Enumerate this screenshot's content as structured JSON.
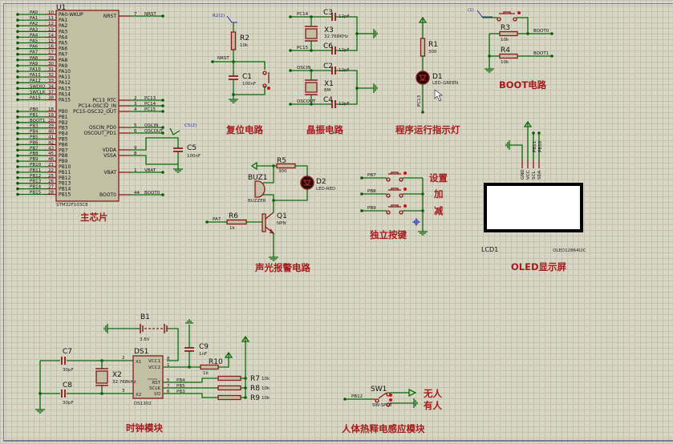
{
  "colors": {
    "wire": "#0a6a0a",
    "component": "#8b1a1a",
    "section_label": "#a51c1c",
    "probe": "#2233bb",
    "chip_fill": "#c2bfa5"
  },
  "u1": {
    "ref": "U1",
    "part": "STM32F103C8",
    "left_pins": [
      [
        "PA0",
        "10",
        "PA0-WKUP"
      ],
      [
        "PA1",
        "11",
        "PA1"
      ],
      [
        "PA2",
        "12",
        "PA2"
      ],
      [
        "PA3",
        "13",
        "PA3"
      ],
      [
        "PA4",
        "14",
        "PA4"
      ],
      [
        "PA5",
        "15",
        "PA5"
      ],
      [
        "PA6",
        "16",
        "PA6"
      ],
      [
        "PA7",
        "17",
        "PA7"
      ],
      [
        "PA8",
        "29",
        "PA8"
      ],
      [
        "PA9",
        "30",
        "PA9"
      ],
      [
        "PA10",
        "31",
        "PA10"
      ],
      [
        "PA11",
        "32",
        "PA11"
      ],
      [
        "PA12",
        "33",
        "PA12"
      ],
      [
        "SWDIO",
        "34",
        "PA13"
      ],
      [
        "SWCLK",
        "37",
        "PA14"
      ],
      [
        "PA15",
        "38",
        "PA15"
      ],
      [
        "PB0",
        "18",
        "PB0"
      ],
      [
        "PB1",
        "19",
        "PB1"
      ],
      [
        "BOOT1",
        "20",
        "PB2"
      ],
      [
        "PB3",
        "39",
        "PB3"
      ],
      [
        "PB4",
        "40",
        "PB4"
      ],
      [
        "PB5",
        "41",
        "PB5"
      ],
      [
        "PB6",
        "42",
        "PB6"
      ],
      [
        "PB7",
        "43",
        "PB7"
      ],
      [
        "PB8",
        "45",
        "PB8"
      ],
      [
        "PB9",
        "46",
        "PB9"
      ],
      [
        "PB10",
        "21",
        "PB10"
      ],
      [
        "PB11",
        "22",
        "PB11"
      ],
      [
        "PB12",
        "25",
        "PB12"
      ],
      [
        "PB13",
        "26",
        "PB13"
      ],
      [
        "PB14",
        "27",
        "PB14"
      ],
      [
        "PB15",
        "28",
        "PB15"
      ]
    ],
    "right_pins": [
      [
        "NRST",
        "7",
        "NRST"
      ],
      [
        "PC13",
        "2",
        "PC13_RTC"
      ],
      [
        "PC14",
        "3",
        "PC14-OSC32_IN"
      ],
      [
        "PC15",
        "4",
        "PC15-OSC32_OUT"
      ],
      [
        "OSCIN",
        "5",
        "OSCIN_PD0"
      ],
      [
        "OSCOUT",
        "6",
        "OSCOUT_PD1"
      ],
      [
        "",
        "9",
        "VDDA"
      ],
      [
        "",
        "8",
        "VSSA"
      ],
      [
        "VBAT",
        "1",
        "VBAT"
      ],
      [
        "BOOT0",
        "44",
        "BOOT0"
      ]
    ]
  },
  "c5": {
    "ref": "C5",
    "value": "100nF",
    "probe": "C5(2)"
  },
  "sections": {
    "mcu": "主芯片",
    "reset": "复位电路",
    "crystal": "晶振电路",
    "indicator": "程序运行指示灯",
    "boot": "BOOT电路",
    "oled": "OLED显示屏",
    "alarm": "声光报警电路",
    "keys": "独立按键",
    "clock": "时钟模块",
    "pir": "人体热释电感应模块"
  },
  "reset": {
    "probe": "R2(2)",
    "r2": {
      "ref": "R2",
      "value": "10k"
    },
    "c1": {
      "ref": "C1",
      "value": "100nF"
    },
    "net": "NRST"
  },
  "crystal": {
    "pc14": "PC14",
    "pc15": "PC15",
    "oscin": "OSCIN",
    "oscout": "OSCOUT",
    "c3": {
      "ref": "C3",
      "value": "12pF"
    },
    "c6": {
      "ref": "C6",
      "value": "12pF"
    },
    "c2": {
      "ref": "C2",
      "value": "12pF"
    },
    "c4": {
      "ref": "C4",
      "value": "12pF"
    },
    "x3": {
      "ref": "X3",
      "value": "32.768KHz"
    },
    "x1": {
      "ref": "X1",
      "value": "8M"
    }
  },
  "indicator": {
    "r1": {
      "ref": "R1",
      "value": "300"
    },
    "d1": {
      "ref": "D1",
      "value": "LED-GREEN"
    },
    "net": "PC13"
  },
  "boot": {
    "probe": "(1)",
    "r3": {
      "ref": "R3",
      "value": "10k"
    },
    "r4": {
      "ref": "R4",
      "value": "10k"
    },
    "boot0": "BOOT0",
    "boot1": "BOOT1"
  },
  "oled": {
    "ref": "LCD1",
    "part": "OLED12864I2C",
    "pins": [
      "GND",
      "VCC",
      "SCL",
      "SDA"
    ],
    "nets": [
      "PB11",
      "PB10"
    ]
  },
  "alarm": {
    "r5": {
      "ref": "R5",
      "value": "300"
    },
    "d2": {
      "ref": "D2",
      "value": "LED-RED"
    },
    "buz": {
      "ref": "BUZ1",
      "value": "BUZZER"
    },
    "r6": {
      "ref": "R6",
      "value": "1k"
    },
    "q1": {
      "ref": "Q1",
      "value": "NPN"
    },
    "net": "PA7"
  },
  "keys": {
    "nets": [
      "PB7",
      "PB8",
      "PB9"
    ],
    "labels": [
      "设置",
      "加",
      "减"
    ]
  },
  "clock": {
    "b1": {
      "ref": "B1",
      "value": "3.6V"
    },
    "c9": {
      "ref": "C9",
      "value": "1nF"
    },
    "ds1": {
      "ref": "DS1",
      "part": "DS1302",
      "pins_left": [
        [
          "2",
          "X1"
        ],
        [
          "3",
          "X2"
        ]
      ],
      "pins_right": [
        [
          "8",
          "VCC1"
        ],
        [
          "1",
          "VCC2"
        ],
        [
          "5",
          "RST"
        ],
        [
          "7",
          "SCLK"
        ],
        [
          "6",
          "I/O"
        ]
      ]
    },
    "r10": {
      "ref": "R10",
      "value": "1k"
    },
    "c7": {
      "ref": "C7",
      "value": "30pF"
    },
    "c8": {
      "ref": "C8",
      "value": "30pF"
    },
    "x2": {
      "ref": "X2",
      "value": "32.768kHz"
    },
    "nets": [
      "PB4",
      "PB5",
      "PB3"
    ],
    "pullups": [
      {
        "ref": "R7",
        "value": "10k"
      },
      {
        "ref": "R8",
        "value": "10k"
      },
      {
        "ref": "R9",
        "value": "10k"
      }
    ]
  },
  "pir": {
    "sw": {
      "ref": "SW1",
      "value": "SW-SPDT"
    },
    "net": "PB12",
    "no_person": "无人",
    "person": "有人"
  }
}
